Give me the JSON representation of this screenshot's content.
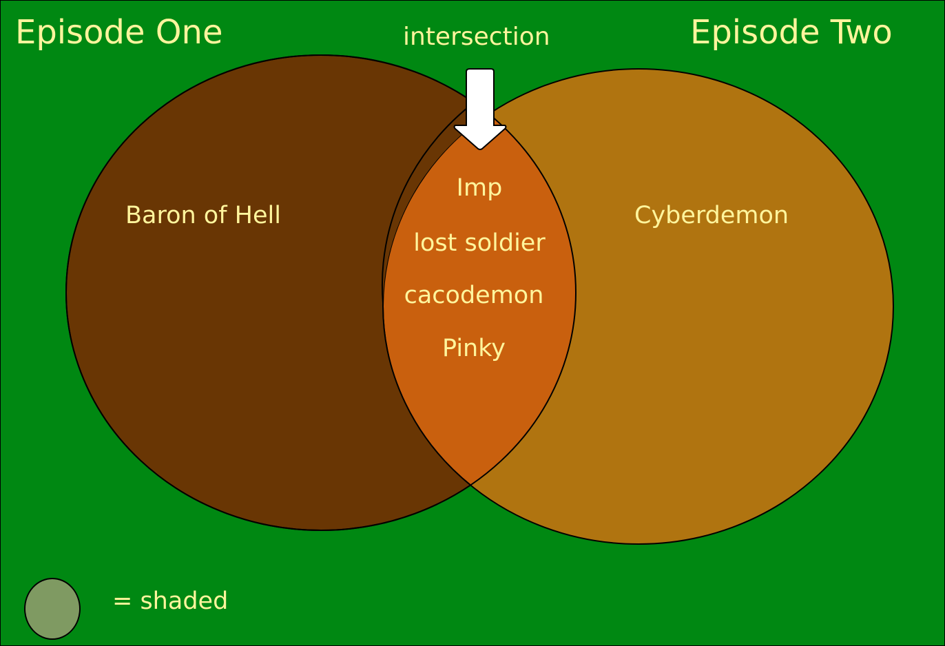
{
  "titles": {
    "left": "Episode One",
    "right": "Episode Two",
    "intersection": "intersection"
  },
  "sets": {
    "left": {
      "items": [
        "Baron of Hell"
      ]
    },
    "right": {
      "items": [
        "Cyberdemon"
      ]
    },
    "intersection": {
      "items": [
        "Imp",
        "lost soldier",
        "cacodemon",
        "Pinky"
      ]
    }
  },
  "legend": {
    "label": "= shaded"
  },
  "colors": {
    "background": "#008812",
    "left": "#693604",
    "right": "#b07410",
    "intersection": "#c9600e",
    "shaded": "#7f9a62",
    "text": "#fff59d"
  }
}
